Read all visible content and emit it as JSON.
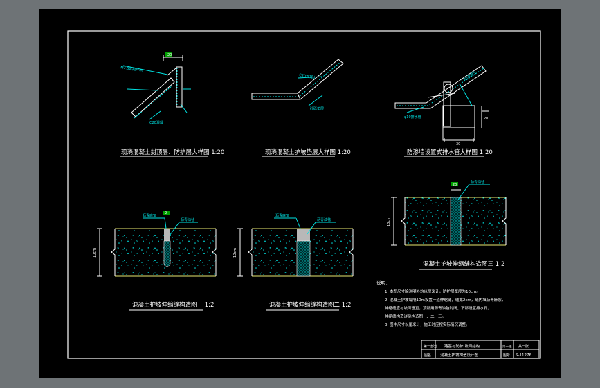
{
  "colors": {
    "background": "#6e7376",
    "sheet": "#000000",
    "line": "#ffffff",
    "annotation": "#00e5e5",
    "concrete_edge": "#e8e870",
    "filler": "#00c8c8",
    "joint_fill": "#b8b8b8",
    "title_text": "#ffffff"
  },
  "details": {
    "d1": {
      "title": "现浇混凝土封顶层、防护层大样图 1:20",
      "dim": "20",
      "label_a": "M7.5浆砌片石",
      "label_b": "C20混凝土"
    },
    "d2": {
      "title": "现浇混凝土护坡垫层大样图 1:20",
      "label_a": "C20混凝土",
      "label_b": "砂砾垫层"
    },
    "d3": {
      "title": "防渗墙设置式排水管大样图 1:20",
      "dim_a": "20",
      "dim_b": "30",
      "label_a": "C20混凝土",
      "label_b": "φ10排水管"
    },
    "j1": {
      "title": "混凝土护坡伸缩缝构造图一 1:2",
      "label_a": "沥青麻絮",
      "label_b": "沥青油毡",
      "dim": "2",
      "height": "10cm"
    },
    "j2": {
      "title": "混凝土护坡伸缩缝构造图二 1:2",
      "label_a": "沥青麻絮",
      "label_b": "沥青油毡",
      "height": "10cm"
    },
    "j3": {
      "title": "混凝土护坡伸缩缝构造图三 1:2",
      "label_a": "沥青油毡",
      "dim": "20",
      "height": "10cm"
    }
  },
  "notes": {
    "heading": "说明：",
    "lines": [
      "1. 本图尺寸除注明外均以厘米计，防护层厚度为10cm。",
      "2. 混凝土护坡每隔10m设置一道伸缩缝，缝宽2cm，缝内填沥青麻絮，",
      "   伸缩缝应与坡面垂直，顶部用沥青油毡封闭；下部设置排水孔，",
      "   伸缩缝构造详见构造图一、二、三。",
      "3. 图中尺寸以厘米计，施工时应按实际情况调整。"
    ]
  },
  "title_block": {
    "row1_a": "第一部分",
    "row1_b": "路基与防护 坡面结构",
    "row1_c": "第一张",
    "row1_d": "共一张",
    "row2_a": "图名",
    "row2_b": "混凝土护坡构造设计图",
    "row2_c": "图号",
    "row2_d": "S-11276"
  }
}
